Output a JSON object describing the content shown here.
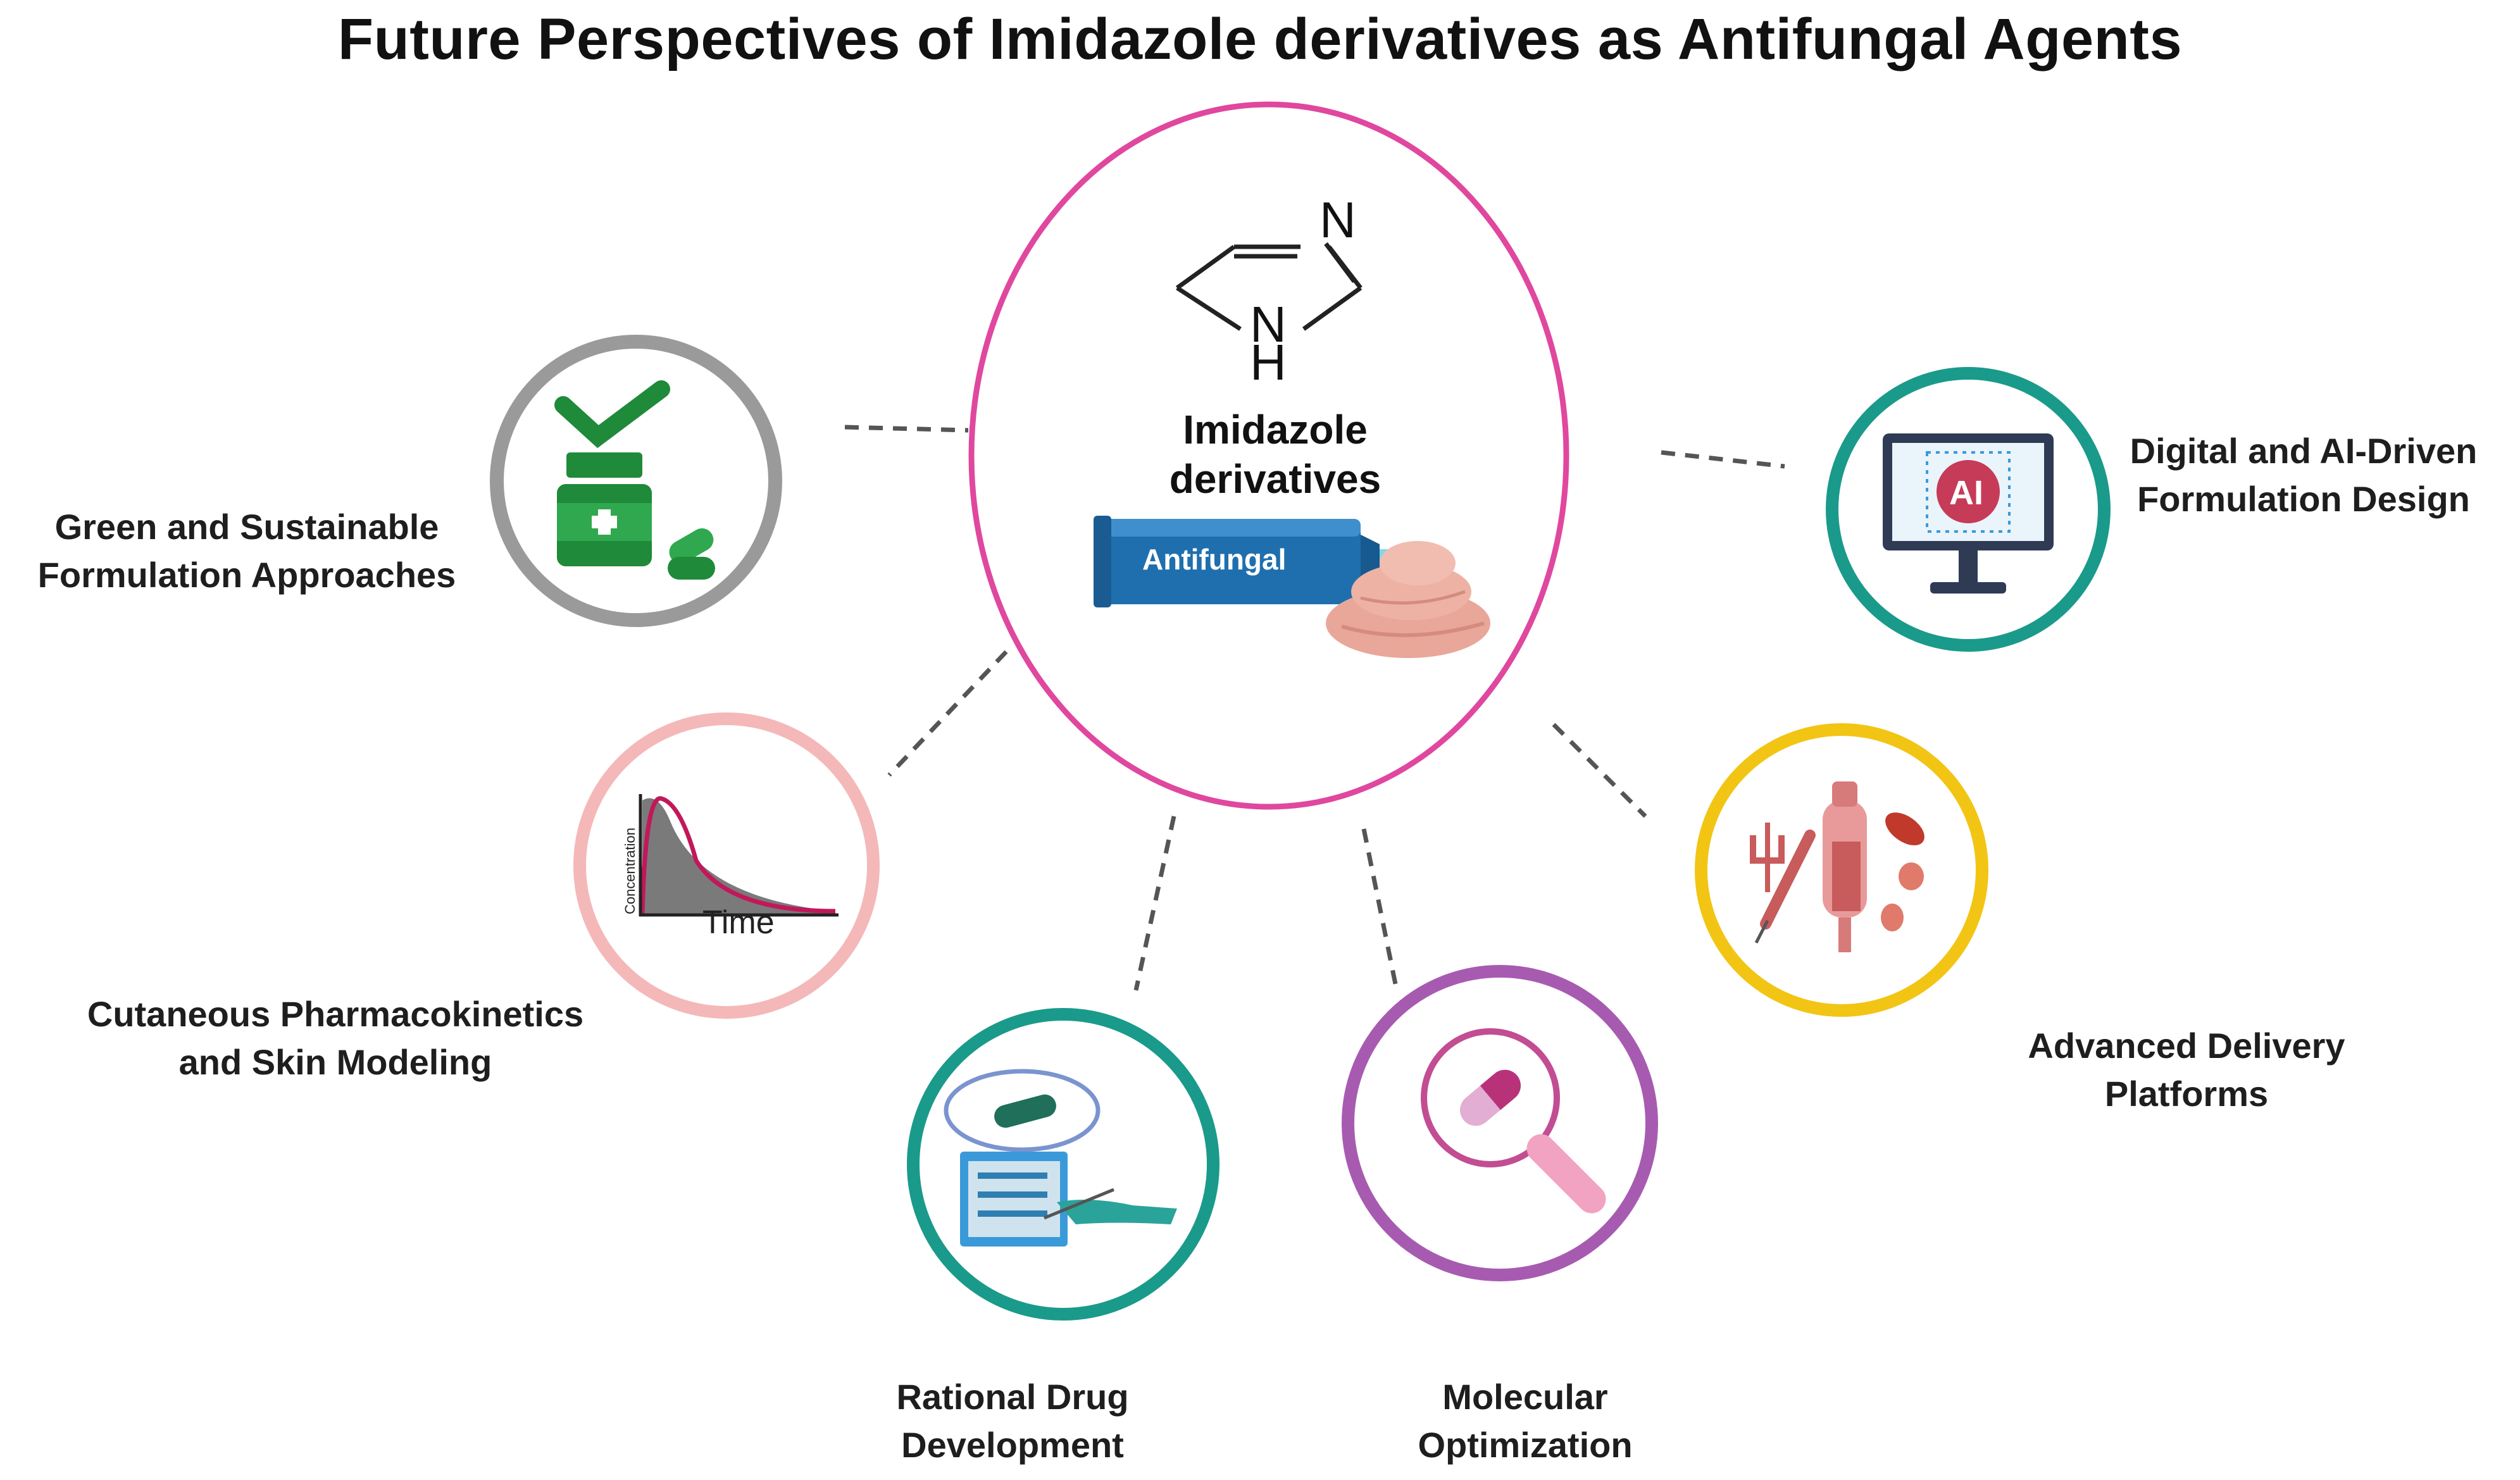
{
  "title": "Future Perspectives of Imidazole derivatives as Antifungal Agents",
  "center": {
    "label_line1": "Imidazole",
    "label_line2": "derivatives",
    "tube_text": "Antifungal",
    "structure": {
      "atom_n_top": "N",
      "atom_n_bottom": "N",
      "atom_h": "H"
    }
  },
  "nodes": {
    "green": {
      "line1": "Green and Sustainable",
      "line2": "Formulation Approaches",
      "icon": "medicine-bottle-check-icon"
    },
    "digital": {
      "line1": "Digital and AI-Driven",
      "line2": "Formulation Design",
      "icon": "ai-monitor-icon",
      "icon_text": "AI"
    },
    "cutaneous": {
      "line1": "Cutaneous Pharmacokinetics",
      "line2": "and Skin Modeling",
      "icon": "concentration-time-curve-icon",
      "ylabel": "Concentration",
      "xlabel": "Time"
    },
    "advanced": {
      "line1": "Advanced Delivery",
      "line2": "Platforms",
      "icon": "delivery-devices-icon"
    },
    "rational": {
      "line1": "Rational Drug",
      "line2": "Development",
      "icon": "checklist-capsule-icon"
    },
    "molecular": {
      "line1": "Molecular",
      "line2": "Optimization",
      "icon": "magnifier-capsule-icon"
    }
  },
  "colors": {
    "center_ring": "#e0479e",
    "green_ring": "#9a9a9a",
    "digital_ring": "#1a9a8a",
    "cutaneous_ring": "#f4b8b8",
    "advanced_ring": "#f2c514",
    "rational_ring": "#1a9a8a",
    "molecular_ring": "#a75bb0",
    "tube": "#1f6fae",
    "pill_green": "#1f8a3a"
  }
}
